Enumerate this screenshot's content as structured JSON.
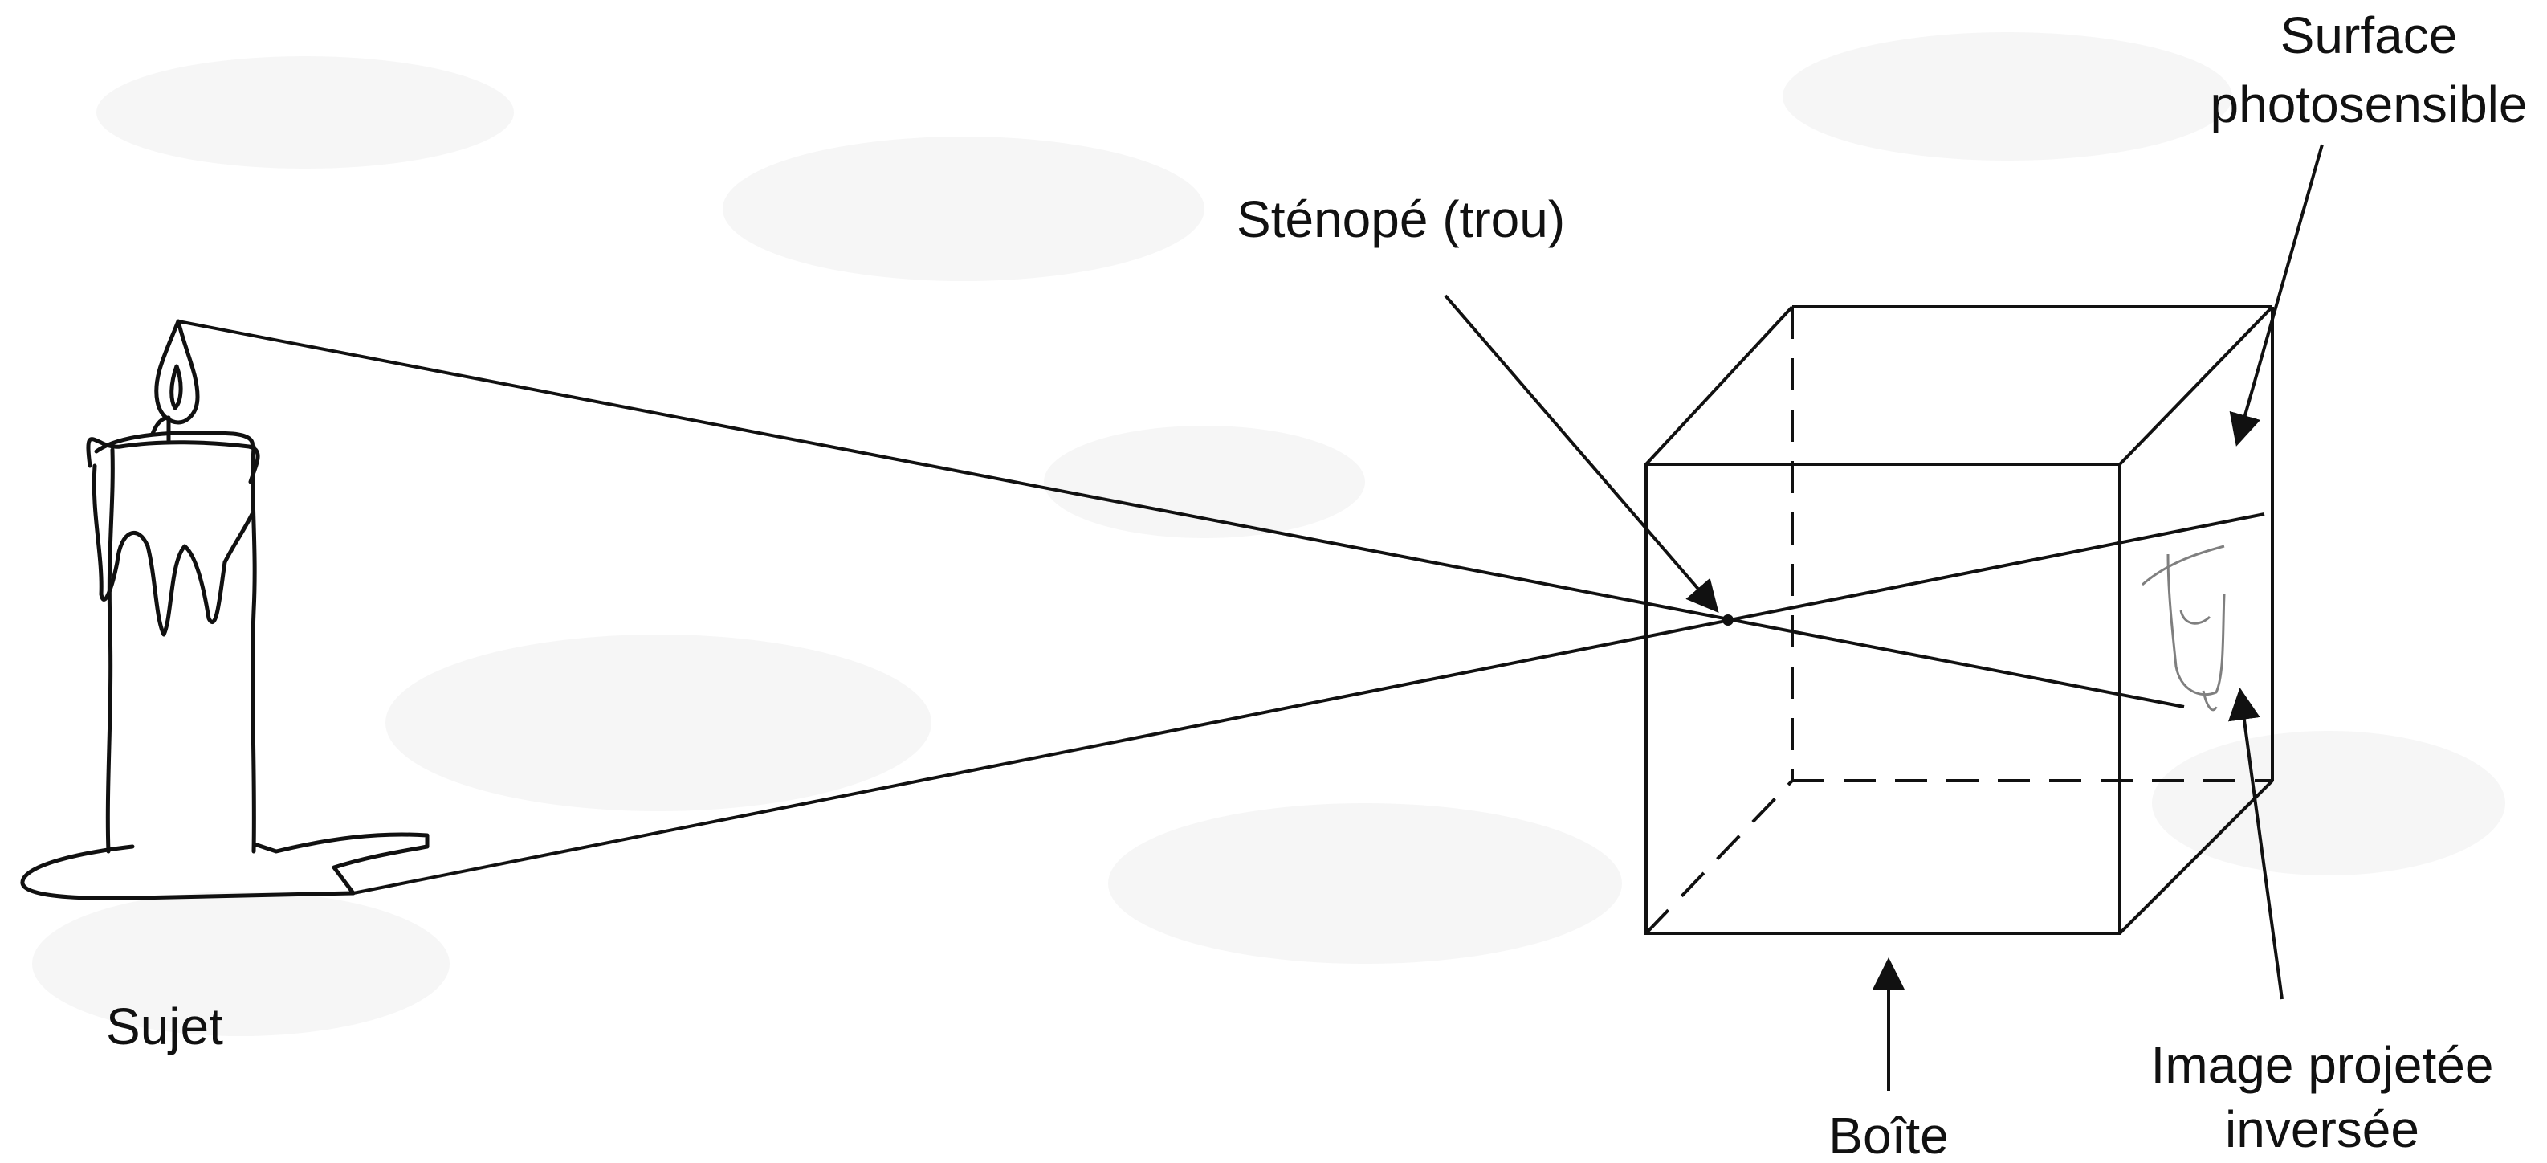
{
  "diagram": {
    "labels": {
      "subject": "Sujet",
      "pinhole": "Sténopé (trou)",
      "surface_line1": "Surface",
      "surface_line2": "photosensible",
      "box": "Boîte",
      "image_line1": "Image projetée",
      "image_line2": "inversée"
    },
    "colors": {
      "ink": "#111111",
      "background": "#ffffff",
      "texture": "#f3f3f3"
    }
  }
}
